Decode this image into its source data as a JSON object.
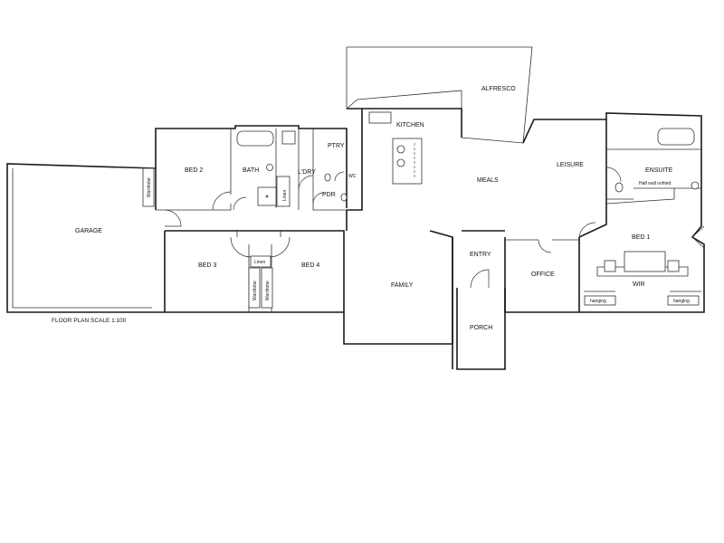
{
  "rooms": {
    "alfresco": "ALFRESCO",
    "kitchen": "KITCHEN",
    "ptry": "PTRY",
    "bed2": "BED 2",
    "bath": "BATH",
    "ldry": "L'DRY",
    "wc": "WC",
    "pdr": "PDR",
    "meals": "MEALS",
    "leisure": "LEISURE",
    "ensuite": "ENSUITE",
    "garage": "GARAGE",
    "bed1": "BED 1",
    "bed3": "BED 3",
    "bed4": "BED 4",
    "entry": "ENTRY",
    "office": "OFFICE",
    "family": "FAMILY",
    "wir": "WIR",
    "porch": "PORCH"
  },
  "annotations": {
    "wardrobe": "Wardrobe",
    "linen": "Linen",
    "hanging": "hanging",
    "half_wall": "Half wall ovhted"
  },
  "scale_note": "FLOOR PLAN SCALE 1:100"
}
